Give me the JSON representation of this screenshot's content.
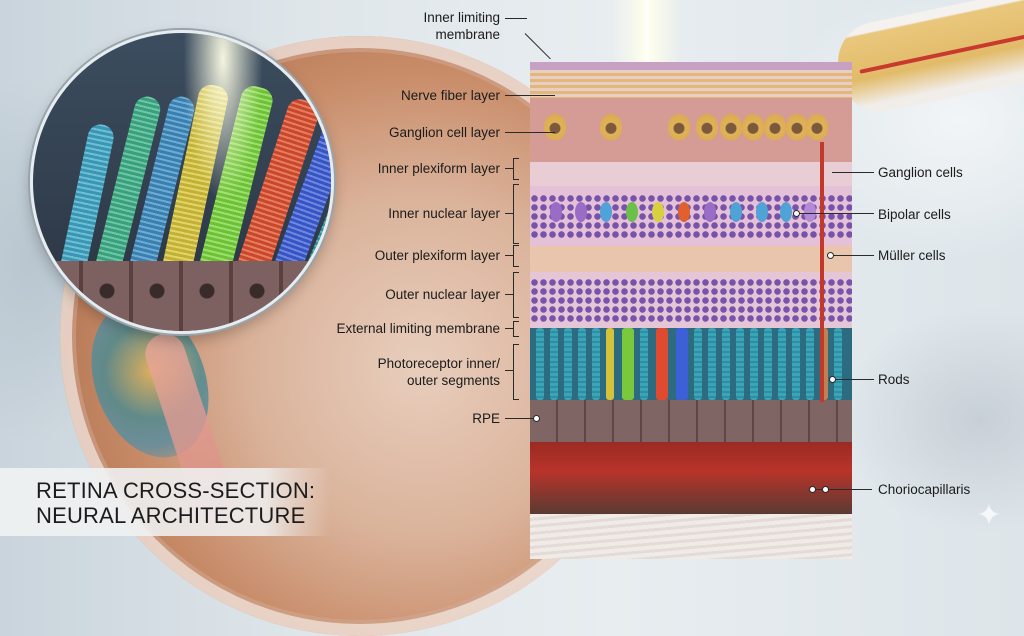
{
  "title": {
    "line1": "RETINA CROSS-SECTION:",
    "line2": "NEURAL ARCHITECTURE"
  },
  "left_labels": [
    {
      "id": "inner-limiting-membrane",
      "text_line1": "Inner limiting",
      "text_line2": "membrane",
      "marker": "leader-dot"
    },
    {
      "id": "nerve-fiber-layer",
      "text": "Nerve fiber layer",
      "marker": "leader-dot"
    },
    {
      "id": "ganglion-cell-layer",
      "text": "Ganglion cell layer",
      "marker": "leader-dot"
    },
    {
      "id": "inner-plexiform-layer",
      "text": "Inner plexiform layer",
      "marker": "bracket"
    },
    {
      "id": "inner-nuclear-layer",
      "text": "Inner nuclear layer",
      "marker": "bracket"
    },
    {
      "id": "outer-plexiform-layer",
      "text": "Outer plexiform layer",
      "marker": "bracket"
    },
    {
      "id": "outer-nuclear-layer",
      "text": "Outer nuclear layer",
      "marker": "bracket"
    },
    {
      "id": "external-limiting-membrane",
      "text": "External limiting membrane",
      "marker": "bracket"
    },
    {
      "id": "photoreceptor-segments",
      "text_line1": "Photoreceptor inner/",
      "text_line2": "outer segments",
      "marker": "bracket"
    },
    {
      "id": "rpe",
      "text": "RPE",
      "marker": "leader-dot"
    }
  ],
  "right_labels": [
    {
      "id": "ganglion-cells",
      "text": "Ganglion cells"
    },
    {
      "id": "bipolar-cells",
      "text": "Bipolar cells"
    },
    {
      "id": "muller-cells",
      "text": "Müller cells"
    },
    {
      "id": "rods",
      "text": "Rods"
    },
    {
      "id": "choriocapillaris",
      "text": "Choriocapillaris"
    }
  ],
  "insets": {
    "magnifier": "Magnified cone and rod photoreceptors above RPE cells",
    "cone_colors": [
      "#3fa8c7",
      "#3fb28a",
      "#3f8fc4",
      "#d8c53a",
      "#7ad63c",
      "#e0502e",
      "#3d5fd8",
      "#2f9fa8"
    ]
  },
  "colors": {
    "ganglion": "#e0b25a",
    "bipolar_purple": "#9a6cc6",
    "bipolar_blue": "#4fa3d6",
    "bipolar_green": "#6cc04a",
    "rod": "#3aa5b8",
    "muller": "#c2392b",
    "choroid": "#b8342a",
    "rpe": "#7f6664"
  },
  "watermark": {
    "icon": "sparkle-icon",
    "glyph": "✦"
  }
}
